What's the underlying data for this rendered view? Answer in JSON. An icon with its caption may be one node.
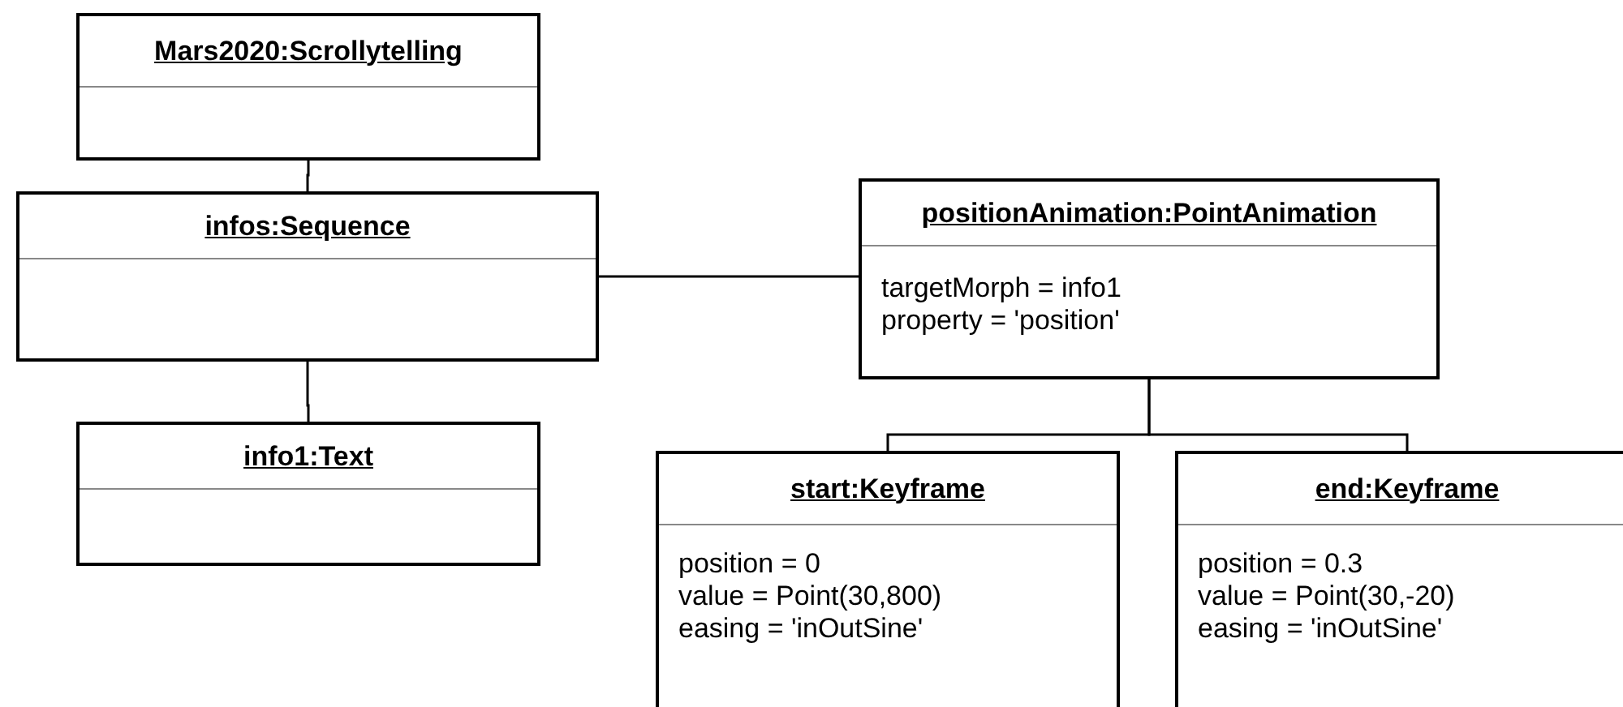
{
  "diagram": {
    "nodes": [
      {
        "text": [
          "Mars2020:Scrollytelling"
        ]
      },
      {
        "text": [
          "infos:Sequence"
        ]
      },
      {
        "text": [
          "info1:Text"
        ]
      },
      {
        "text": [
          "positionAnimation:PointAnimation",
          "targetMorph = info1",
          "property = 'position'"
        ]
      },
      {
        "text": [
          "start:Keyframe",
          "position = 0",
          "value = Point(30,800)",
          "easing = 'inOutSine'"
        ]
      },
      {
        "text": [
          "end:Keyframe",
          "position = 0.3",
          "value = Point(30,-20)",
          "easing = 'inOutSine'"
        ]
      }
    ],
    "edges": [
      {
        "from": 0,
        "to": 1,
        "arrow": "none"
      },
      {
        "from": 1,
        "to": 2,
        "arrow": "none"
      },
      {
        "from": 1,
        "to": 3,
        "arrow": "none"
      },
      {
        "from": 3,
        "to": 4,
        "arrow": "none"
      },
      {
        "from": 3,
        "to": 5,
        "arrow": "none"
      }
    ]
  }
}
